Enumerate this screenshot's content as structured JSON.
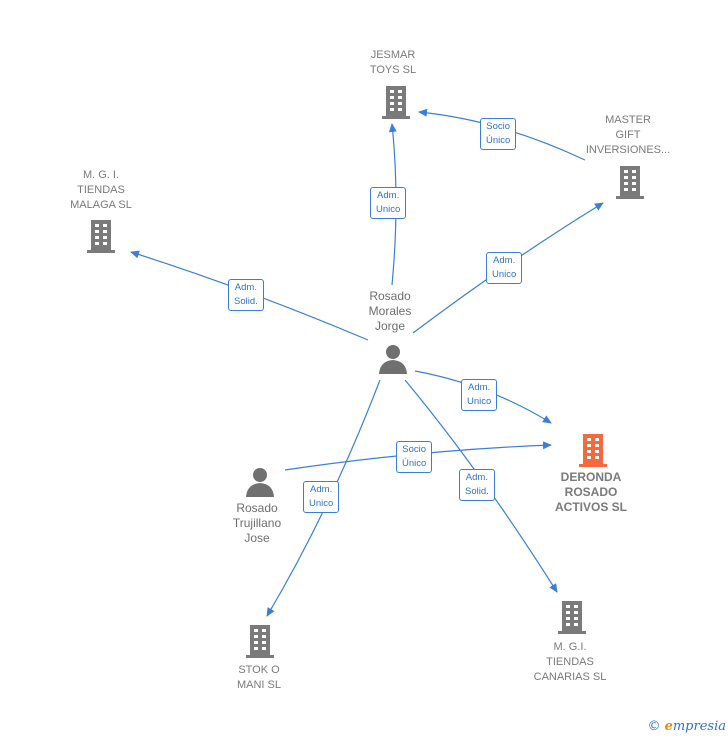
{
  "nodes": {
    "jesmar": {
      "lines": [
        "JESMAR",
        "TOYS  SL"
      ],
      "kind": "company"
    },
    "master": {
      "lines": [
        "MASTER",
        "GIFT",
        "INVERSIONES..."
      ],
      "kind": "company"
    },
    "mgi_malaga": {
      "lines": [
        "M.  G. I.",
        "TIENDAS",
        "MALAGA SL"
      ],
      "kind": "company"
    },
    "rosado_morales": {
      "lines": [
        "Rosado",
        "Morales",
        "Jorge"
      ],
      "kind": "person"
    },
    "deronda": {
      "lines": [
        "DERONDA",
        "ROSADO",
        "ACTIVOS  SL"
      ],
      "kind": "company-main"
    },
    "rosado_trujillano": {
      "lines": [
        "Rosado",
        "Trujillano",
        "Jose"
      ],
      "kind": "person"
    },
    "stok": {
      "lines": [
        "STOK O",
        "MANI  SL"
      ],
      "kind": "company"
    },
    "mgi_canarias": {
      "lines": [
        "M.  G.I.",
        "TIENDAS",
        "CANARIAS  SL"
      ],
      "kind": "company"
    }
  },
  "edges": {
    "e1": {
      "lines": [
        "Adm.",
        "Unico"
      ]
    },
    "e2": {
      "lines": [
        "Socio",
        "Único"
      ]
    },
    "e3": {
      "lines": [
        "Adm.",
        "Unico"
      ]
    },
    "e4": {
      "lines": [
        "Adm.",
        "Solid."
      ]
    },
    "e5": {
      "lines": [
        "Adm.",
        "Unico"
      ]
    },
    "e6": {
      "lines": [
        "Socio",
        "Único"
      ]
    },
    "e7": {
      "lines": [
        "Adm.",
        "Solid."
      ]
    },
    "e8": {
      "lines": [
        "Adm.",
        "Unico"
      ]
    }
  },
  "colors": {
    "edge": "#3a7fd6",
    "company": "#7a7a7a",
    "main_company": "#f26a3d",
    "person": "#707070"
  },
  "icons": {
    "company": "building-icon",
    "person": "person-icon"
  },
  "brand": {
    "copyright": "©",
    "e": "e",
    "rest": "mpresia"
  }
}
